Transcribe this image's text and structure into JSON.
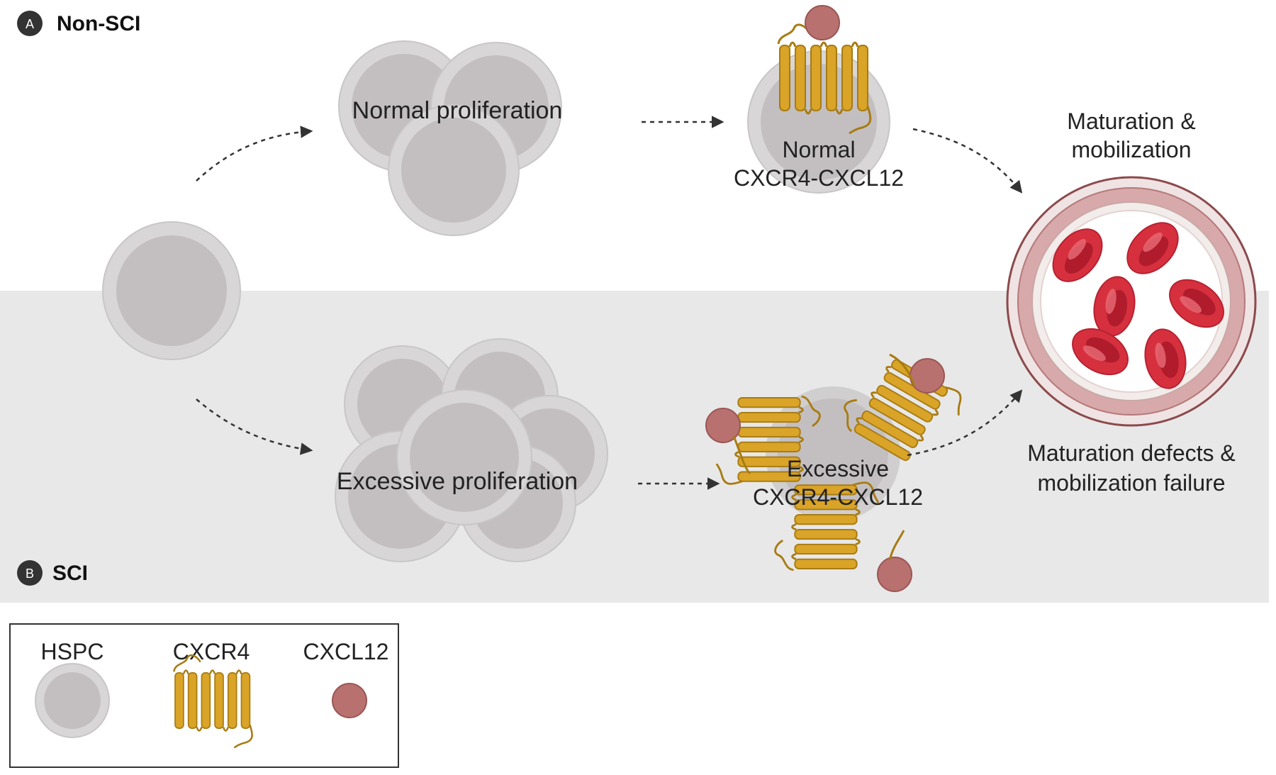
{
  "panels": {
    "a": {
      "badge": "A",
      "title": "Non-SCI"
    },
    "b": {
      "badge": "B",
      "title": "SCI"
    }
  },
  "labels": {
    "normal_proliferation": "Normal proliferation",
    "excessive_proliferation": "Excessive proliferation",
    "normal_signal_line1": "Normal",
    "normal_signal_line2": "CXCR4-CXCL12",
    "excessive_signal_line1": "Excessive",
    "excessive_signal_line2": "CXCR4-CXCL12",
    "maturation_line1": "Maturation &",
    "maturation_line2": "mobilization",
    "defects_line1": "Maturation defects &",
    "defects_line2": "mobilization failure"
  },
  "legend": {
    "hspc": "HSPC",
    "cxcr4": "CXCR4",
    "cxcl12": "CXCL12"
  },
  "colors": {
    "cell_outer": "#d8d6d7",
    "cell_inner": "#c3bfc1",
    "receptor": "#d9a427",
    "receptor_dark": "#a87b12",
    "ligand": "#b8716f",
    "sci_background": "#e8e8e8",
    "rbc": "#d6303f",
    "vessel": "#d8a9aa"
  }
}
